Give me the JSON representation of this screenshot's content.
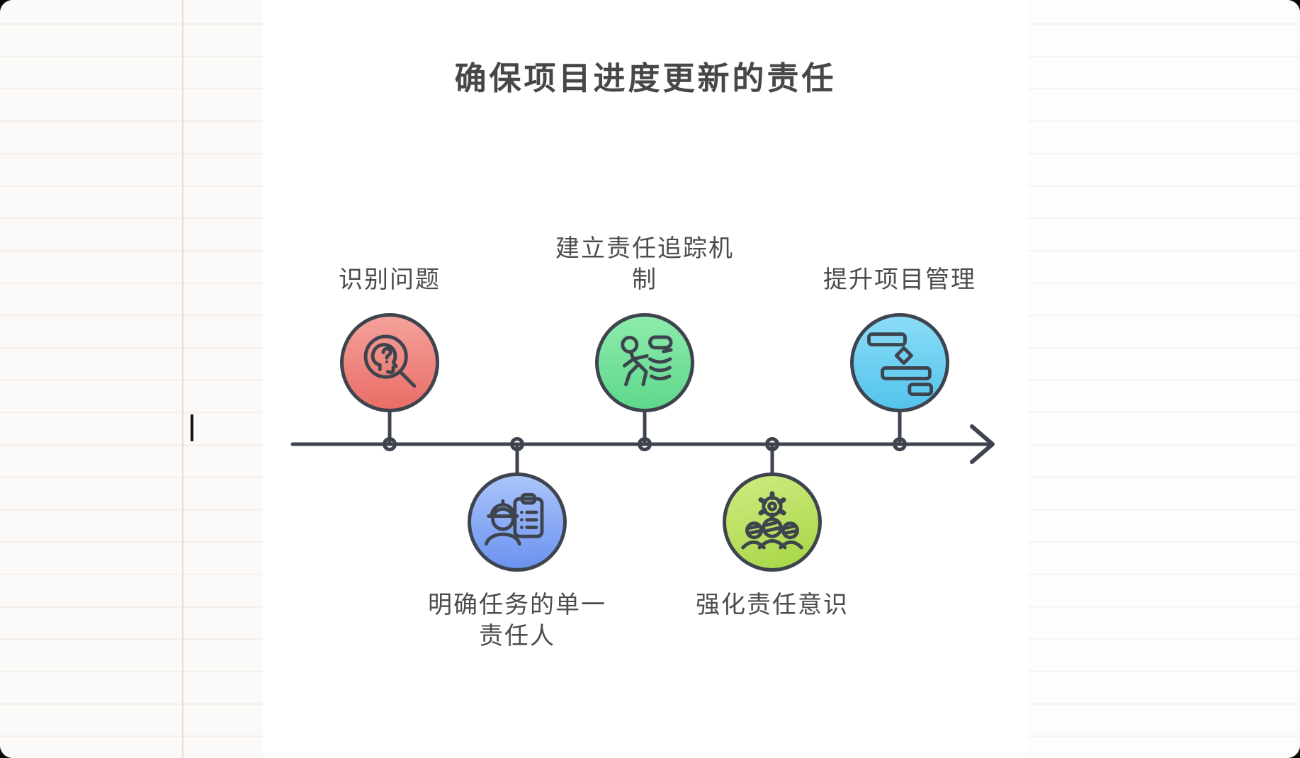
{
  "editor": {
    "page_background": "#fcfaf8",
    "rule_line_color": "#f3eeea",
    "margin_line_color": "#f2d7d3",
    "caret_color": "#141414"
  },
  "diagram": {
    "title": "确保项目进度更新的责任",
    "title_color": "#47474a",
    "canvas_background": "#ffffff",
    "stroke_color": "#3e444e",
    "label_color": "#4c4c4e",
    "timeline": {
      "direction": "left-to-right-arrow",
      "node_dot_style": "open-circle"
    },
    "nodes": [
      {
        "label": "识别问题",
        "side": "above",
        "icon": "magnifier-head-question-icon",
        "color_top": "#f4a29b",
        "color_bottom": "#e96d66"
      },
      {
        "label": "明确任务的单一责任人",
        "side": "below",
        "icon": "worker-checklist-icon",
        "color_top": "#abc5fa",
        "color_bottom": "#6c92f0"
      },
      {
        "label": "建立责任追踪机制",
        "side": "above",
        "icon": "running-person-signal-icon",
        "color_top": "#8debac",
        "color_bottom": "#5ed88c"
      },
      {
        "label": "强化责任意识",
        "side": "below",
        "icon": "gear-team-icon",
        "color_top": "#cfeb82",
        "color_bottom": "#a6d644"
      },
      {
        "label": "提升项目管理",
        "side": "above",
        "icon": "gantt-bars-icon",
        "color_top": "#8bdcf7",
        "color_bottom": "#53c4ec"
      }
    ]
  }
}
